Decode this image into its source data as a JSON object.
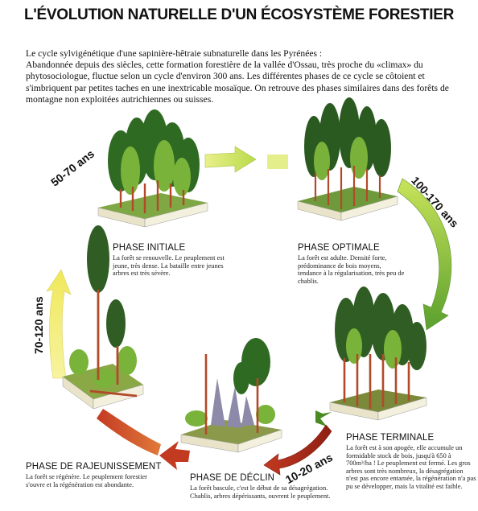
{
  "title": "L'ÉVOLUTION NATURELLE D'UN ÉCOSYSTÈME FORESTIER",
  "intro": {
    "line1": "Le cycle sylvigénétique d'une sapinière-hêtraie subnaturelle dans les Pyrénées :",
    "body": "Abandonnée depuis des siècles, cette formation forestière de la vallée d'Ossau, très proche du «climax» du phytosociologue, fluctue selon un cycle d'environ 300 ans. Les différentes phases de ce cycle se côtoient et s'imbriquent par petites taches en une inextricable mosaïque. On retrouve des phases similaires dans des forêts de montagne non exploitées autrichiennes ou suisses."
  },
  "phases": {
    "initiale": {
      "title": "PHASE INITIALE",
      "desc": "La forêt se renouvelle. Le peuplement est jeune, très dense. La bataille entre jeunes arbres est très sévère."
    },
    "optimale": {
      "title": "PHASE OPTIMALE",
      "desc": "La forêt est adulte. Densité forte, prédominance de bois moyens, tendance à la régularisation, très peu de chablis."
    },
    "terminale": {
      "title": "PHASE TERMINALE",
      "desc": "La forêt est à son apogée, elle accumule un formidable stock de bois, jusqu'à 650 à 700m³/ha ! Le peuplement est fermé. Les gros arbres sont très nombreux, la désagrégation n'est pas encore entamée, la régénération n'a pas pu se développer, mais la vitalité est faible."
    },
    "declin": {
      "title": "PHASE DE DÉCLIN",
      "desc": "La forêt bascule, c'est le début de sa désagrégation. Chablis, arbres dépérissants, ouvrent le peuplement."
    },
    "rajeunissement": {
      "title": "PHASE DE RAJEUNISSEMENT",
      "desc": "La forêt se régénère. Le peuplement forestier s'ouvre et la régénération est abondante."
    }
  },
  "durations": {
    "d1": "50-70 ans",
    "d2": "100-170 ans",
    "d3": "10-20 ans",
    "d4": "70-120 ans"
  },
  "colors": {
    "arrow_yellow": "#f2ee7a",
    "arrow_lightgreen": "#c9e35a",
    "arrow_green": "#7fb83a",
    "arrow_red": "#b8321f",
    "arrow_orange": "#d9652a",
    "tree_dark": "#2f5d23",
    "tree_light": "#6fa83a",
    "trunk": "#b24a2a"
  }
}
